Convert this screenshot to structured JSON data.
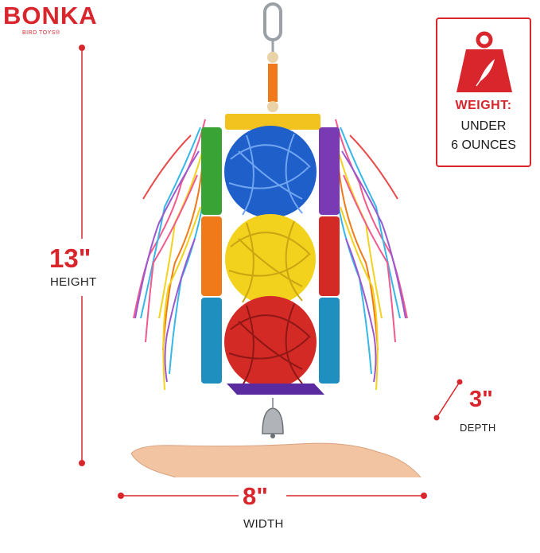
{
  "brand": {
    "name": "BONKA",
    "sub": "BIRD TOYS®"
  },
  "weight": {
    "title": "WEIGHT:",
    "line1": "UNDER",
    "line2": "6 OUNCES",
    "icon": "weight-icon"
  },
  "dimensions": {
    "height": {
      "value": "13\"",
      "label": "HEIGHT"
    },
    "depth": {
      "value": "3\"",
      "label": "DEPTH"
    },
    "width": {
      "value": "8\"",
      "label": "WIDTH"
    }
  },
  "colors": {
    "accent": "#d9262c",
    "text": "#222222",
    "ball_blue": "#1f5fc9",
    "ball_yellow": "#f2d21d",
    "ball_red": "#d42a26"
  }
}
